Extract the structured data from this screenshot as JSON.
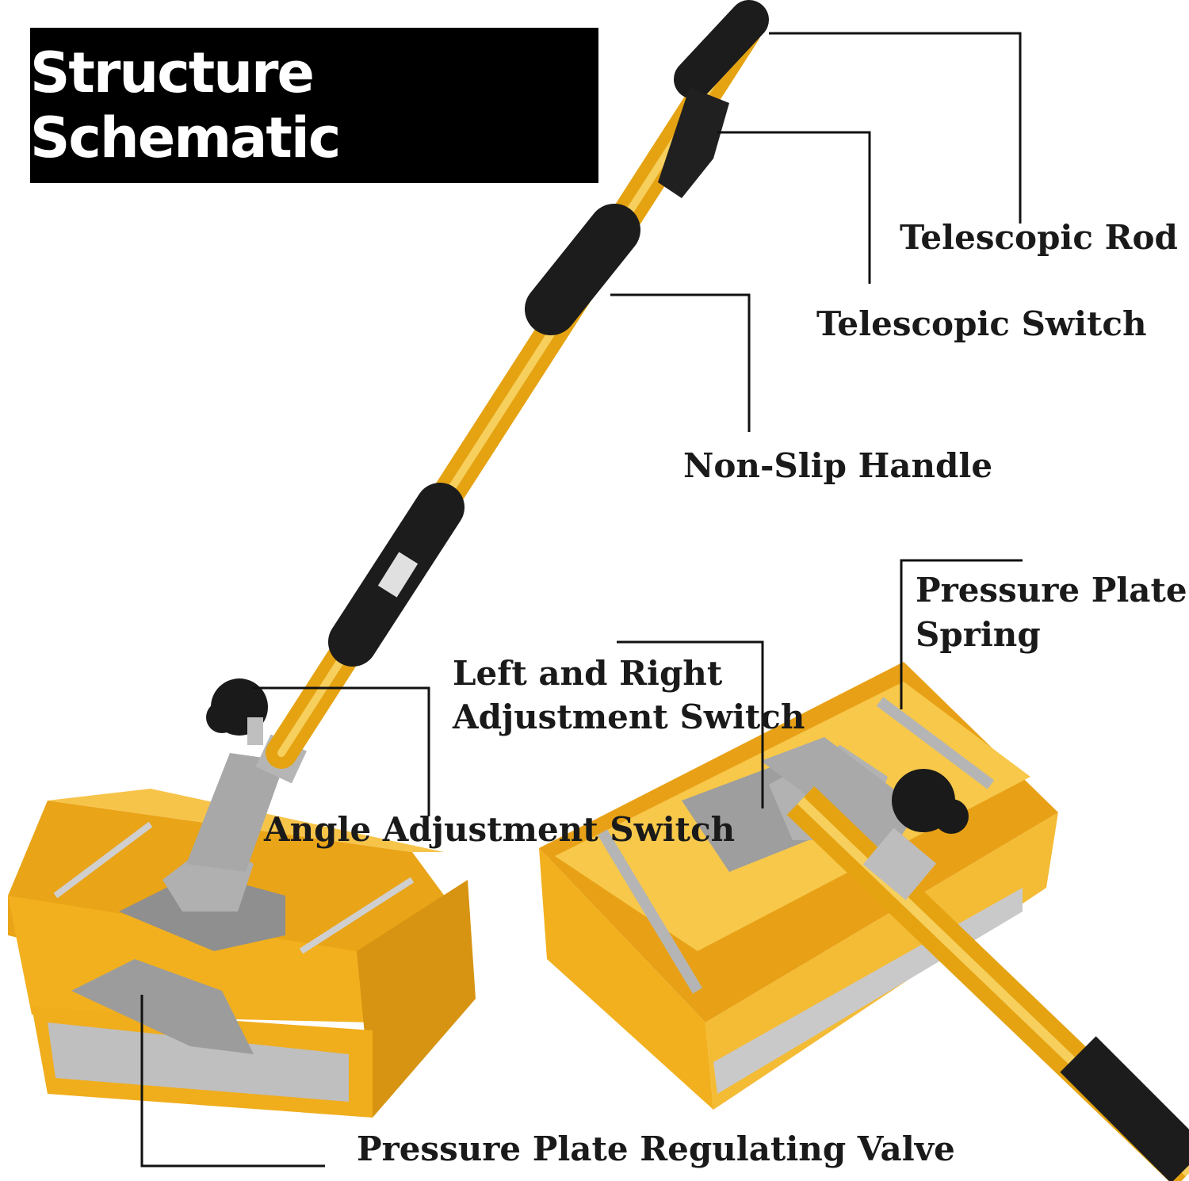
{
  "title": "Structure Schematic",
  "labels": {
    "telescopic_rod": "Telescopic Rod",
    "telescopic_switch": "Telescopic Switch",
    "non_slip_handle": "Non-Slip Handle",
    "pressure_plate_spring_1": "Pressure Plate",
    "pressure_plate_spring_2": "Spring",
    "left_right_switch_1": "Left and Right",
    "left_right_switch_2": "Adjustment Switch",
    "angle_adjustment_switch": "Angle Adjustment Switch",
    "pressure_plate_valve": "Pressure Plate Regulating Valve"
  },
  "colors": {
    "gold": "#f2b01e",
    "gold_dark": "#c98a0a",
    "grip": "#1c1c1c",
    "metal": "#a8a8a8",
    "line": "#111111"
  }
}
